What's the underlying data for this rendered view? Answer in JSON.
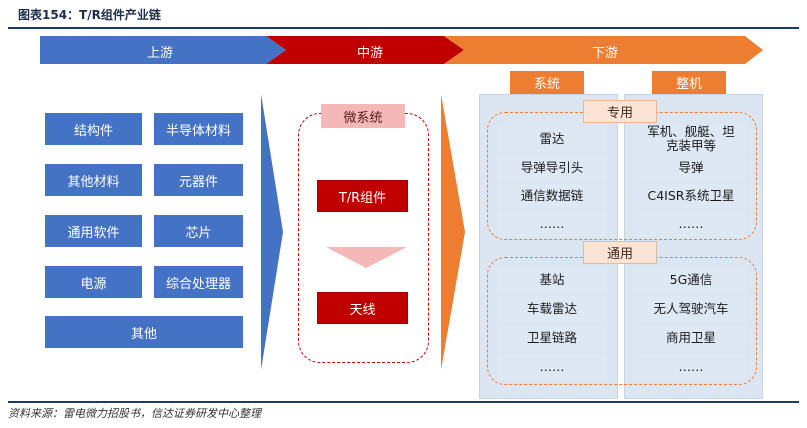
{
  "title": "图表154：T/R组件产业链",
  "stages": {
    "upstream": "上游",
    "midstream": "中游",
    "downstream": "下游"
  },
  "upstream_items": [
    "结构件",
    "半导体材料",
    "其他材料",
    "元器件",
    "通用软件",
    "芯片",
    "电源",
    "综合处理器",
    "其他"
  ],
  "midstream": {
    "header": "微系统",
    "component": "T/R组件",
    "antenna": "天线"
  },
  "downstream": {
    "system_label": "系统",
    "machine_label": "整机",
    "special_label": "专用",
    "general_label": "通用",
    "system_special": [
      "雷达",
      "导弹导引头",
      "通信数据链",
      "……"
    ],
    "machine_special": [
      "军机、舰艇、坦克装甲等",
      "导弹",
      "C4ISR系统卫星",
      "……"
    ],
    "system_general": [
      "基站",
      "车载雷达",
      "卫星链路",
      "……"
    ],
    "machine_general": [
      "5G通信",
      "无人驾驶汽车",
      "商用卫星",
      "……"
    ]
  },
  "source": "资料来源：雷电微力招股书，信达证券研发中心整理",
  "colors": {
    "blue": "#4472c4",
    "red": "#c00000",
    "orange": "#ed7d31",
    "panel": "#dce6f2"
  }
}
